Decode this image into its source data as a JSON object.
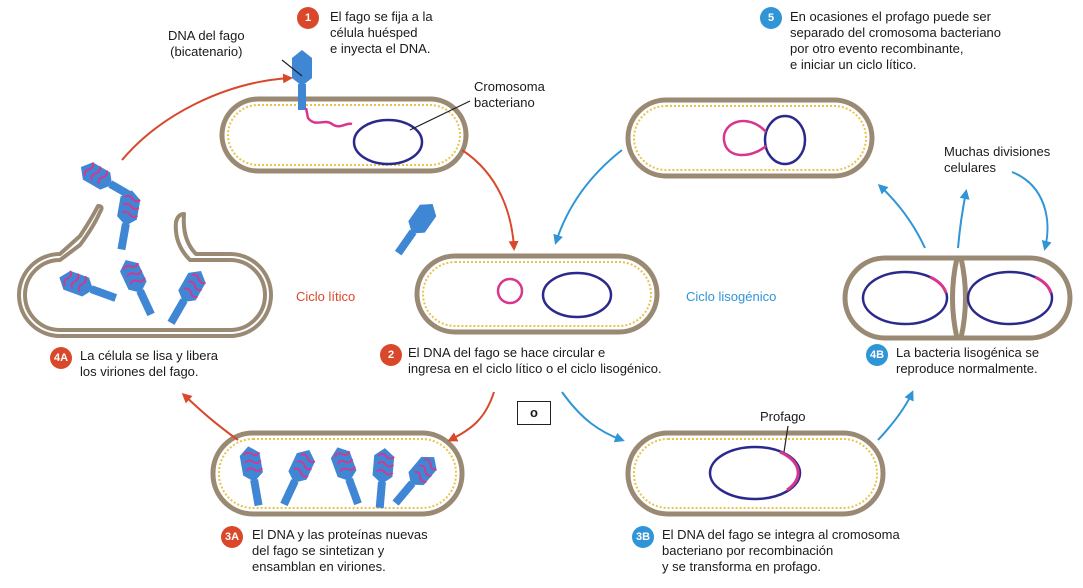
{
  "labels": {
    "dna_fago": "DNA del fago\n(bicatenario)",
    "cromosoma": "Cromosoma\nbacteriano",
    "profago": "Profago",
    "muchas_divisiones": "Muchas divisiones\ncelulares",
    "ciclo_litico": "Ciclo lítico",
    "ciclo_lisogenico": "Ciclo lisogénico",
    "o": "o"
  },
  "steps": {
    "s1": {
      "badge": "1",
      "text": "El fago se fija a la\ncélula huésped\ne inyecta el DNA."
    },
    "s2": {
      "badge": "2",
      "text": "El DNA del fago se hace circular e\ningresa en el ciclo lítico o el ciclo lisogénico."
    },
    "s3a": {
      "badge": "3A",
      "text": "El DNA y las proteínas nuevas\ndel fago se sintetizan y\nensamblan en viriones."
    },
    "s3b": {
      "badge": "3B",
      "text": "El DNA del fago se integra al cromosoma\nbacteriano por recombinación\ny se transforma en profago."
    },
    "s4a": {
      "badge": "4A",
      "text": "La célula se lisa y libera\nlos viriones del fago."
    },
    "s4b": {
      "badge": "4B",
      "text": "La bacteria lisogénica se\nreproduce normalmente."
    },
    "s5": {
      "badge": "5",
      "text": "En ocasiones el profago puede ser\nseparado del cromosoma bacteriano\npor otro evento recombinante,\ne iniciar un ciclo lítico."
    }
  },
  "colors": {
    "lytic": "#d9482b",
    "lysogenic": "#2f95d6",
    "phage": "#3f86d4",
    "phage_dna": "#d9358f",
    "chromosome": "#2b2a8c",
    "cell_wall": "#9a8a74",
    "cell_inner": "#e9c34a"
  }
}
